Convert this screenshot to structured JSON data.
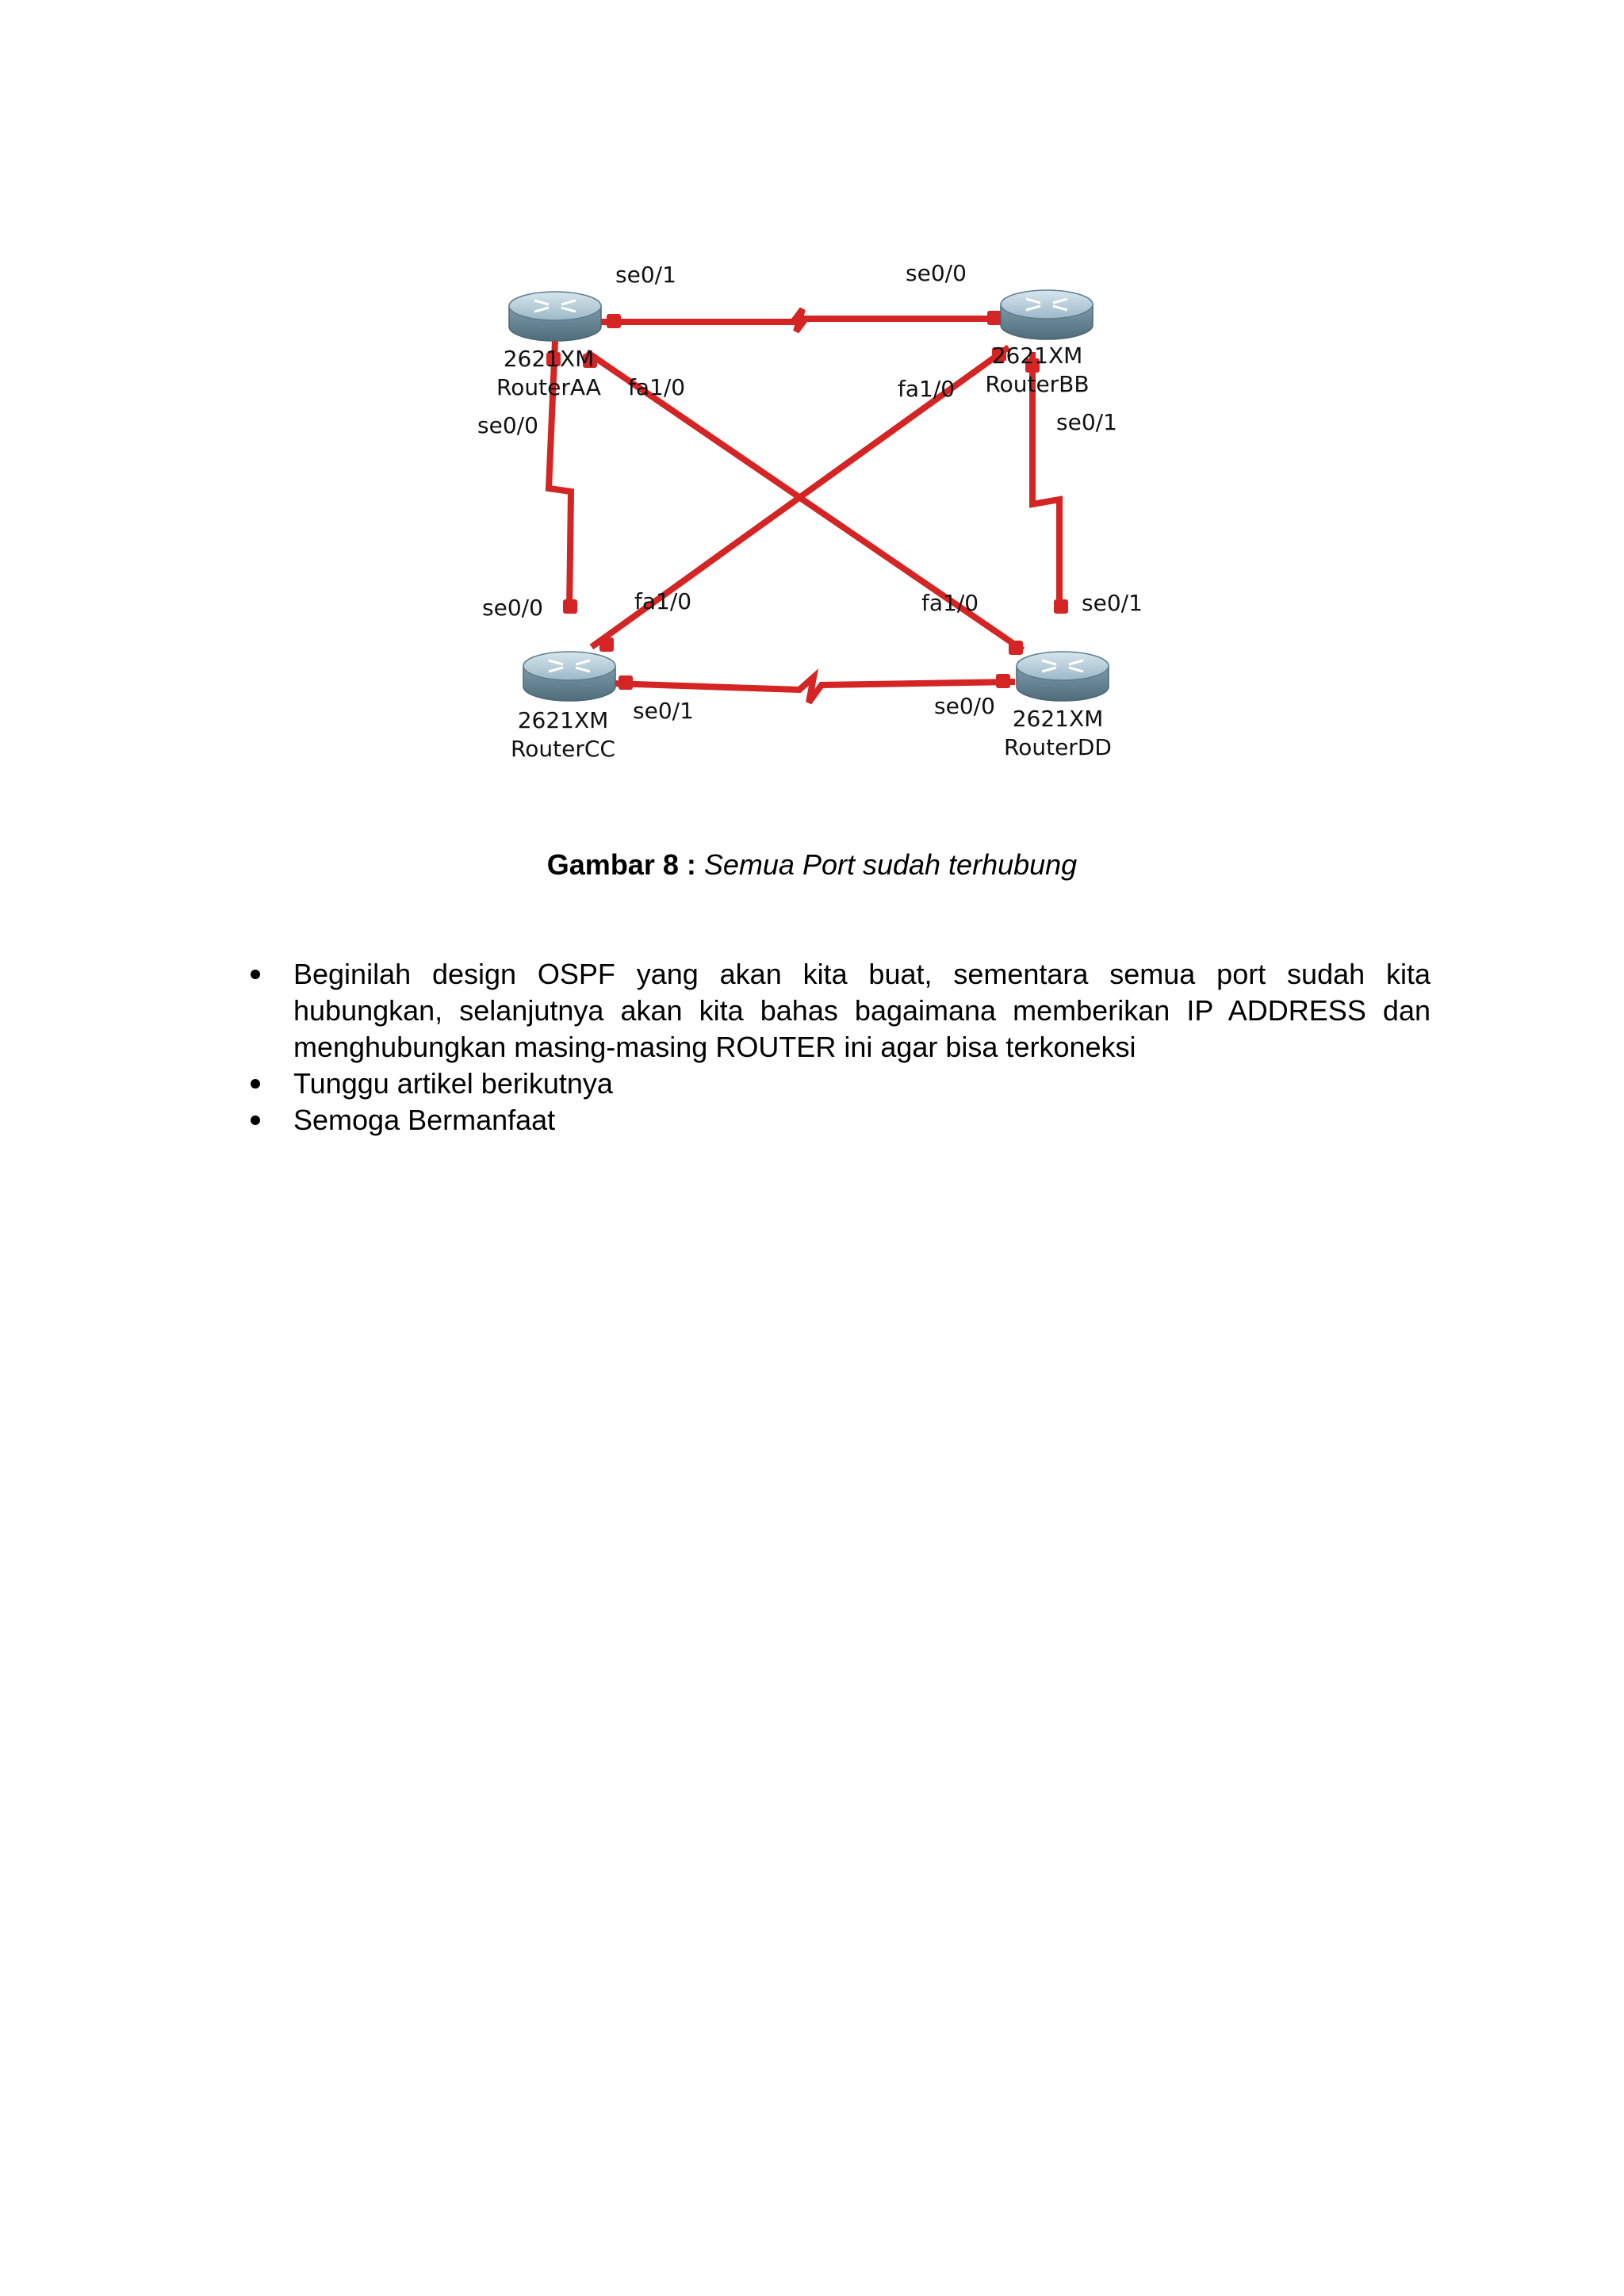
{
  "diagram": {
    "routers": [
      {
        "model": "2621XM",
        "name": "RouterAA"
      },
      {
        "model": "2621XM",
        "name": "RouterBB"
      },
      {
        "model": "2621XM",
        "name": "RouterCC"
      },
      {
        "model": "2621XM",
        "name": "RouterDD"
      }
    ],
    "ports": {
      "aa_se01": "se0/1",
      "bb_se00": "se0/0",
      "aa_fa10": "fa1/0",
      "bb_fa10": "fa1/0",
      "aa_se00": "se0/0",
      "bb_se01": "se0/1",
      "cc_se00": "se0/0",
      "cc_fa10": "fa1/0",
      "dd_fa10": "fa1/0",
      "dd_se01": "se0/1",
      "cc_se01": "se0/1",
      "dd_se00": "se0/0"
    },
    "colors": {
      "link": "#d42424",
      "router_body": "#9bb8c6"
    }
  },
  "caption": {
    "label": "Gambar 8 :",
    "text": "Semua Port sudah terhubung"
  },
  "bullets": [
    "Beginilah design OSPF yang akan kita buat, sementara semua port sudah kita hubungkan, selanjutnya akan kita bahas bagaimana memberikan IP ADDRESS dan menghubungkan masing-masing ROUTER ini agar bisa terkoneksi",
    "Tunggu artikel berikutnya",
    "Semoga Bermanfaat"
  ]
}
